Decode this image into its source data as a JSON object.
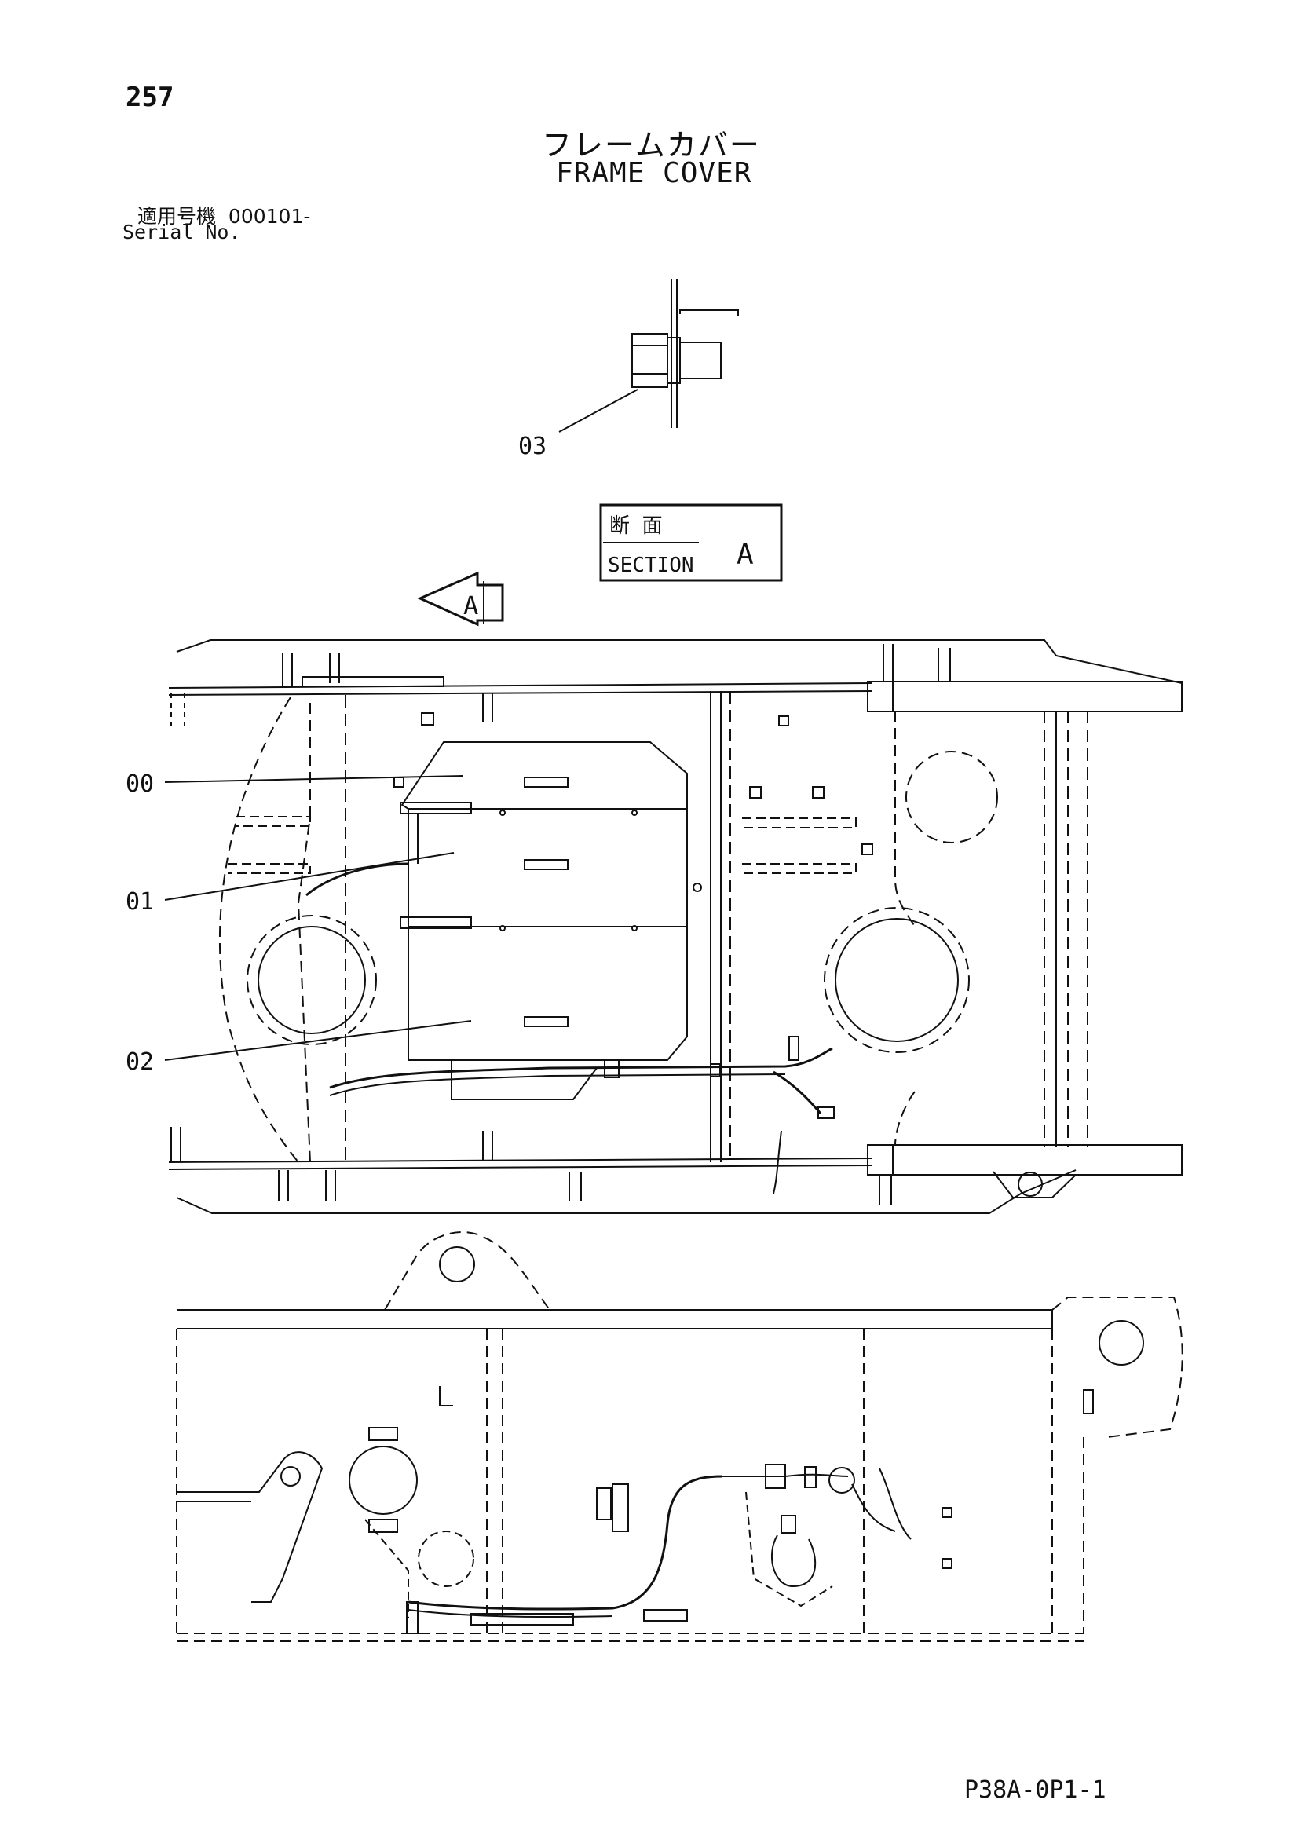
{
  "page": {
    "number": "257",
    "code": "P38A-0P1-1"
  },
  "title": {
    "japanese": "フレームカバー",
    "english": "FRAME COVER"
  },
  "serial": {
    "label_japanese": "適用号機",
    "value": "000101-",
    "label_english": "Serial No."
  },
  "section_box": {
    "label_japanese": "断 面",
    "label_english": "SECTION",
    "letter": "A"
  },
  "view_arrow": {
    "letter": "A"
  },
  "callouts": [
    {
      "id": "03",
      "label": "03"
    },
    {
      "id": "00",
      "label": "00"
    },
    {
      "id": "01",
      "label": "01"
    },
    {
      "id": "02",
      "label": "02"
    }
  ]
}
